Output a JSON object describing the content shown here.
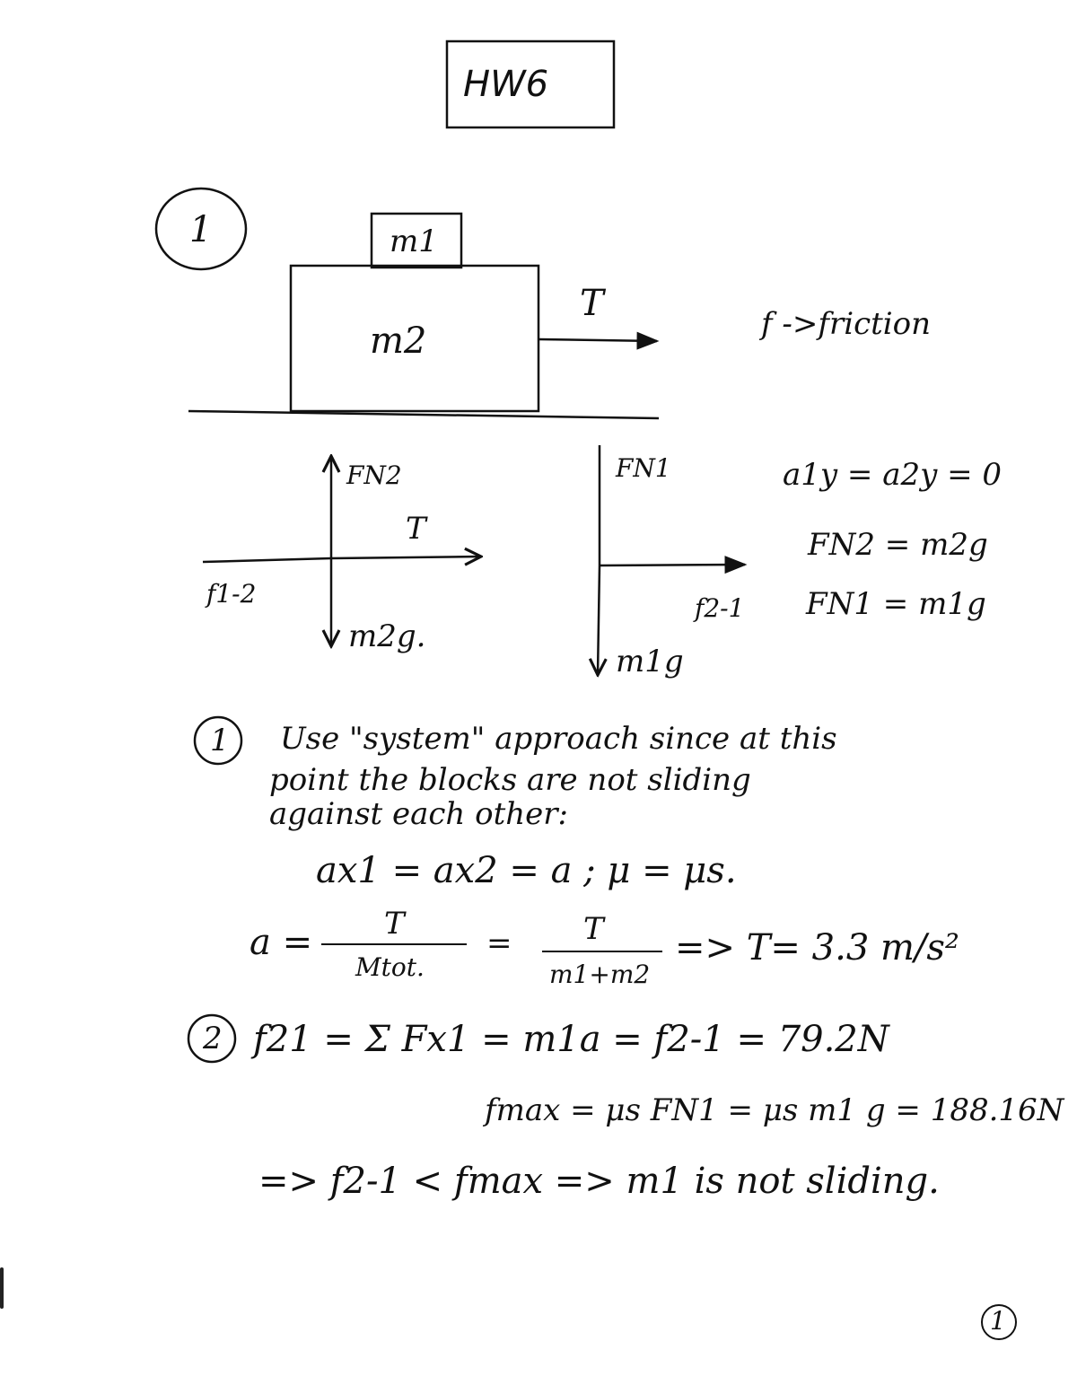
{
  "title": "HW6",
  "problem_number": "1",
  "diagram": {
    "block_top": "m1",
    "block_bottom": "m2",
    "force_label": "T",
    "friction_note": "f ->friction"
  },
  "fbd_m2": {
    "normal": "FN2",
    "tension": "T",
    "friction": "f1-2",
    "weight": "m2g."
  },
  "fbd_m1": {
    "normal": "FN1",
    "friction": "f2-1",
    "weight": "m1g"
  },
  "equations_right": [
    "a1y = a2y = 0",
    "FN2 = m2g",
    "FN1 = m1g"
  ],
  "part1": {
    "number": "1",
    "text_lines": [
      "Use \"system\" approach since at this",
      "point the blocks are not sliding",
      "against each other:"
    ],
    "eq1": "ax1 = ax2 = a ; μ = μs.",
    "eq2_lhs": "a =",
    "eq2_frac1_num": "T",
    "eq2_frac1_den": "Mtot.",
    "eq2_equals": "=",
    "eq2_frac2_num": "T",
    "eq2_frac2_den": "m1+m2",
    "eq2_result": "=> T= 3.3 m/s²"
  },
  "part2": {
    "number": "2",
    "eq1": "f21 = Σ Fx1 = m1a = f2-1 = 79.2N",
    "eq2": "fmax = μs FN1 = μs m1 g = 188.16N",
    "eq3": "=> f2-1 < fmax => m1 is not sliding."
  },
  "page_number": "1"
}
